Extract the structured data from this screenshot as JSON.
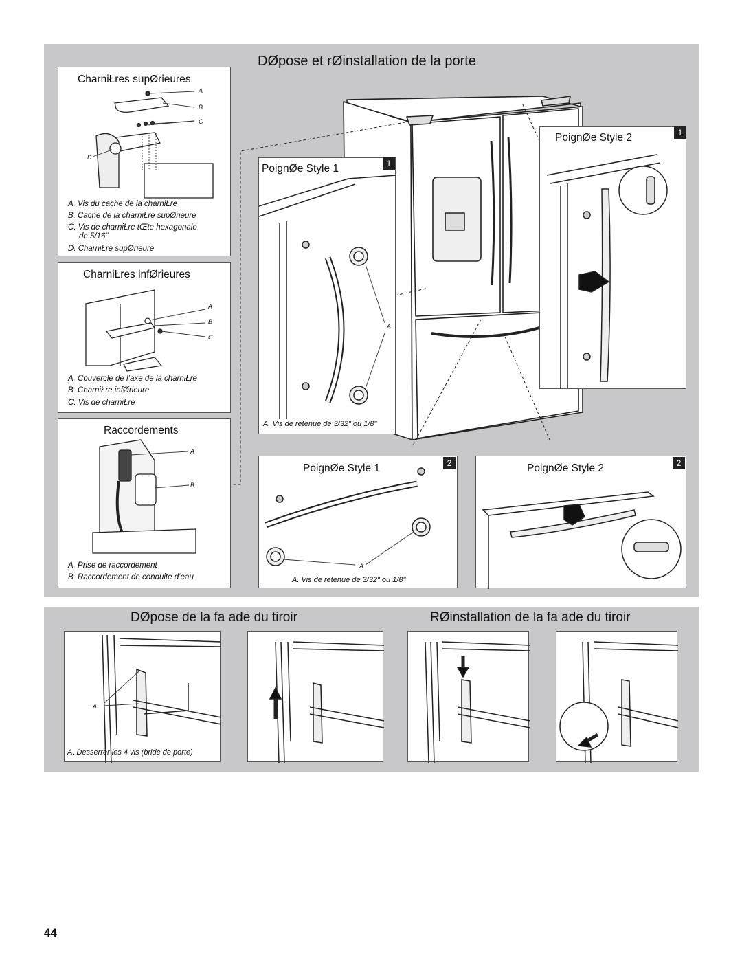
{
  "section_top": {
    "title": "DØpose et rØinstallation de la porte",
    "upper_hinges": {
      "title": "CharniŁres supØrieures",
      "letters": [
        "A",
        "B",
        "C",
        "D"
      ],
      "captions": [
        "A. Vis du cache de la charniŁre",
        "B. Cache de la charniŁre supØrieure",
        "C. Vis de charniŁre   tŒte hexagonale",
        "de 5/16\"",
        "D. CharniŁre supØrieure"
      ]
    },
    "lower_hinges": {
      "title": "CharniŁres infØrieures",
      "letters": [
        "A",
        "B",
        "C"
      ],
      "captions": [
        "A. Couvercle de l’axe de la charniŁre",
        "B. CharniŁre infØrieure",
        "C. Vis de charniŁre"
      ]
    },
    "connections": {
      "title": "Raccordements",
      "letters": [
        "A",
        "B"
      ],
      "captions": [
        "A. Prise de raccordement",
        "B. Raccordement de conduite d’eau"
      ]
    },
    "handle_style1_step1": {
      "title": "PoignØe   Style 1",
      "step": "1",
      "letter": "A",
      "caption": "A. Vis de retenue de 3/32\" ou 1/8\""
    },
    "handle_style2_step1": {
      "title": "PoignØe   Style 2",
      "step": "1"
    },
    "handle_style1_step2": {
      "title": "PoignØe   Style 1",
      "step": "2",
      "letter": "A",
      "caption": "A. Vis de retenue de 3/32\" ou 1/8\""
    },
    "handle_style2_step2": {
      "title": "PoignØe   Style 2",
      "step": "2"
    }
  },
  "section_bottom": {
    "removal_title": "DØpose de la fa ade du tiroir",
    "reinstall_title": "RØinstallation de la fa ade du tiroir",
    "letter": "A",
    "caption": "A. Desserrer les 4 vis (bride de porte)"
  },
  "page_number": "44"
}
